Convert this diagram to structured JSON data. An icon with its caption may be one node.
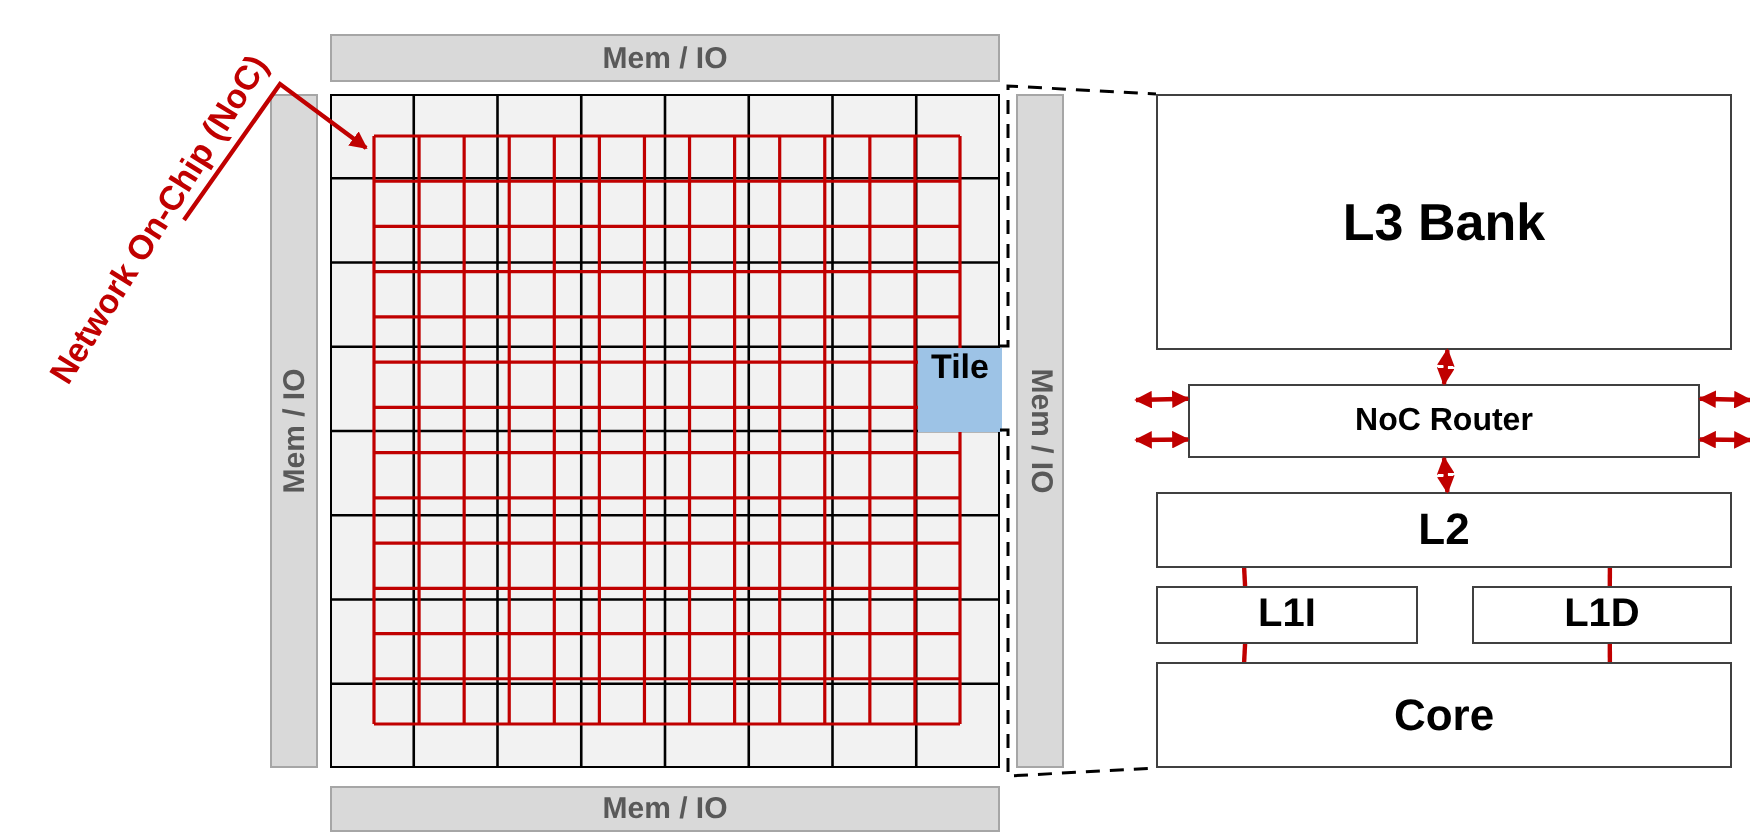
{
  "diagram": {
    "nodes": [
      {
        "text": [
          "Mem / IO"
        ]
      },
      {
        "text": [
          "Mem / IO"
        ]
      },
      {
        "text": [
          "Mem / IO"
        ]
      },
      {
        "text": [
          "Mem / IO"
        ]
      },
      {
        "text": [],
        "shape": "box"
      },
      {
        "text": [
          "Tile"
        ],
        "in": 4
      },
      {
        "text": [
          "Network On-Chip (NoC)"
        ]
      },
      {
        "text": [
          "L3 Bank"
        ]
      },
      {
        "text": [
          "NoC Router"
        ]
      },
      {
        "text": [
          "L2"
        ]
      },
      {
        "text": [
          "L1I"
        ]
      },
      {
        "text": [
          "L1D"
        ]
      },
      {
        "text": [
          "Core"
        ]
      }
    ],
    "edges": [
      {
        "from": 6,
        "to": 4,
        "arrow": "to"
      },
      {
        "from": 7,
        "to": 8,
        "arrow": "both"
      },
      {
        "from": 8,
        "to": 9,
        "arrow": "both"
      },
      {
        "from": 8,
        "to": null,
        "arrow": "both"
      },
      {
        "from": 8,
        "to": null,
        "arrow": "both"
      },
      {
        "from": 8,
        "to": null,
        "arrow": "both"
      },
      {
        "from": 8,
        "to": null,
        "arrow": "both"
      },
      {
        "from": 9,
        "to": 10,
        "arrow": "none"
      },
      {
        "from": 9,
        "to": 11,
        "arrow": "none"
      },
      {
        "from": 10,
        "to": 12,
        "arrow": "none"
      },
      {
        "from": 11,
        "to": 12,
        "arrow": "none"
      },
      {
        "from": 5,
        "to": 7,
        "arrow": "none",
        "style": "dashed",
        "color": "#000000"
      },
      {
        "from": 5,
        "to": 12,
        "arrow": "none",
        "style": "dashed",
        "color": "#000000"
      }
    ]
  }
}
